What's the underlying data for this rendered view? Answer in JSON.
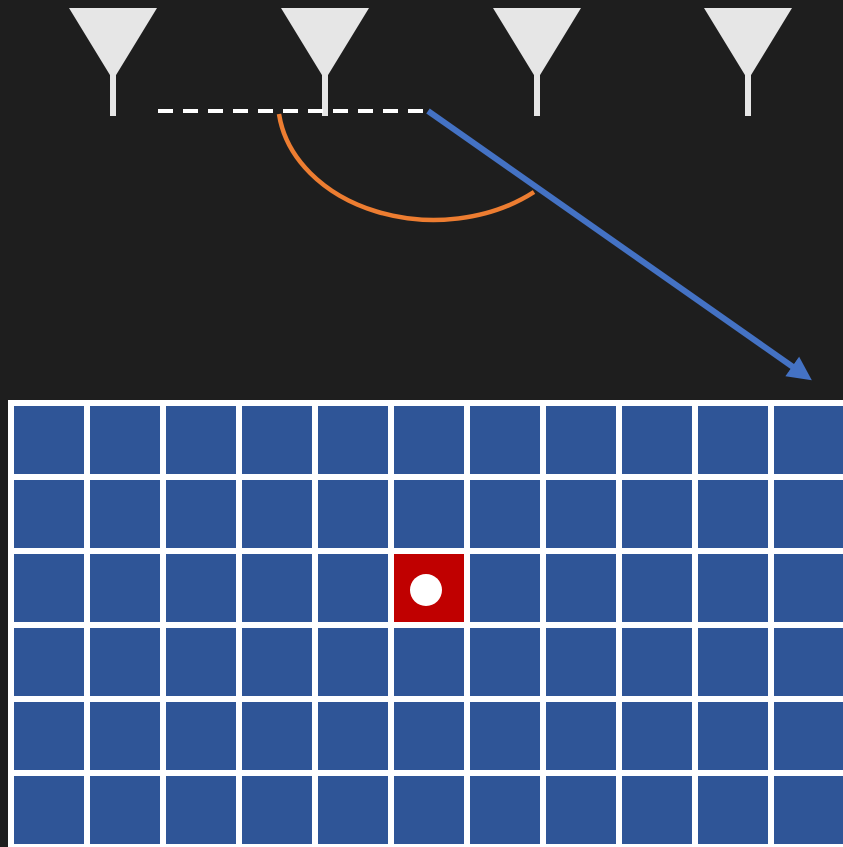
{
  "scene": {
    "background_color": "#1e1e1e",
    "antennas": {
      "count": 4,
      "color": "#e6e6e6"
    },
    "baseline": {
      "style": "dashed",
      "color": "#ffffff"
    },
    "angle_arc": {
      "color": "#ed7d31"
    },
    "direction_arrow": {
      "color": "#4472c4"
    },
    "grid": {
      "rows": 6,
      "columns": 11,
      "cell_color": "#2f5597",
      "gap_color": "#ffffff",
      "highlighted_cell": {
        "row": 3,
        "column": 6,
        "color": "#c00000",
        "marker_color": "#ffffff"
      }
    }
  }
}
